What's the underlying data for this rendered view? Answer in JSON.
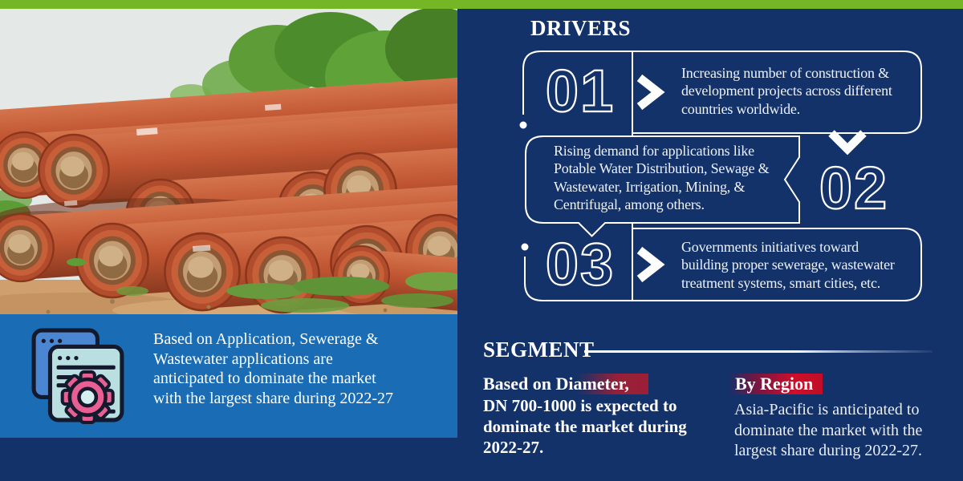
{
  "colors": {
    "navy": "#14326a",
    "green": "#74b626",
    "panel-blue": "#1a6db5",
    "red": "#cf0e2a",
    "maroon": "#96203a",
    "white": "#ffffff",
    "gear-pink": "#ea5f92",
    "window-blue": "#4b86d2",
    "window-teal": "#b9dfe1",
    "icon-outline": "#131a2e"
  },
  "photo": {
    "label": "Stacked orange ductile iron pipes in an outdoor yard with bushes and sandy ground"
  },
  "highlight_card": {
    "icon": "browser-windows-gear-icon",
    "lines": [
      "Based on Application, Sewerage &",
      "Wastewater applications are",
      "anticipated to dominate the market",
      "with the largest share during 2022-27"
    ]
  },
  "drivers": {
    "heading": "DRIVERS",
    "items": [
      {
        "number": "01",
        "lines": [
          "Increasing number of construction &",
          "development projects across different",
          "countries worldwide."
        ]
      },
      {
        "number": "02",
        "lines": [
          "Rising demand for applications like",
          "Potable Water Distribution, Sewage &",
          "Wastewater, Irrigation, Mining, &",
          "Centrifugal, among others."
        ]
      },
      {
        "number": "03",
        "lines": [
          "Governments initiatives toward",
          "building proper sewerage, wastewater",
          "treatment systems, smart cities, etc."
        ]
      }
    ]
  },
  "segment": {
    "heading": "SEGMENT",
    "diameter": {
      "title": "Based on Diameter,",
      "lines": [
        "DN 700-1000 is expected to",
        "dominate the market during",
        "2022-27."
      ]
    },
    "region": {
      "title": "By Region",
      "lines": [
        "Asia-Pacific is anticipated to",
        "dominate the market with the",
        "largest share during 2022-27."
      ]
    }
  }
}
